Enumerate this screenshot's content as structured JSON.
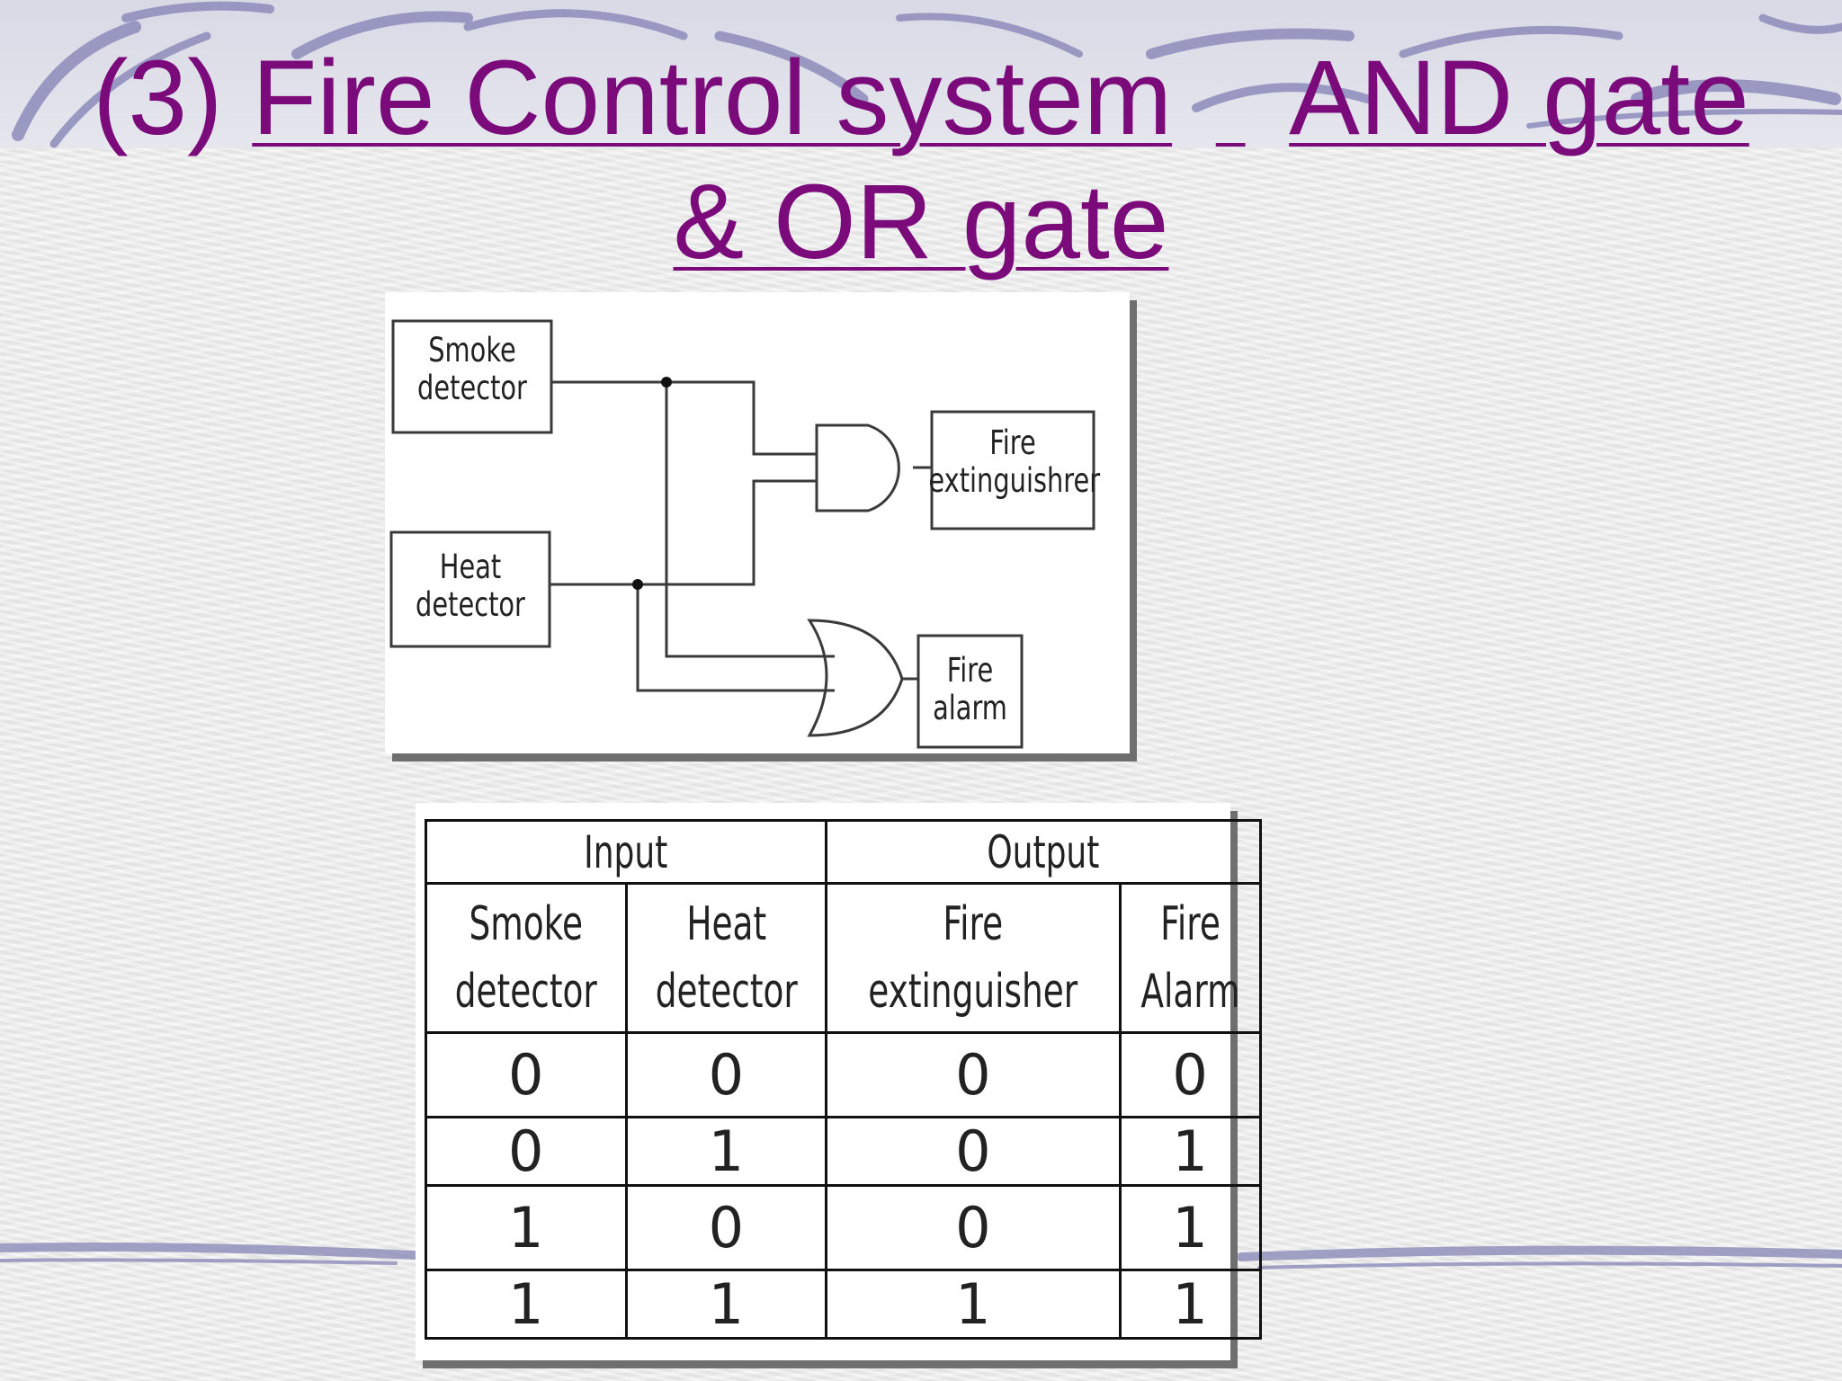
{
  "slide": {
    "title_prefix": "(3)",
    "title_part1": "Fire Control system",
    "title_part2": "AND gate",
    "title_line2": "& OR gate",
    "colors": {
      "title": "#7b0a7b",
      "decor": "#8a8ab8"
    }
  },
  "diagram": {
    "smoke_line1": "Smoke",
    "smoke_line2": "detector",
    "heat_line1": "Heat",
    "heat_line2": "detector",
    "extinguisher_line1": "Fire",
    "extinguisher_line2": "extinguishrer",
    "alarm_line1": "Fire",
    "alarm_line2": "alarm",
    "gates": [
      "AND",
      "OR"
    ]
  },
  "truth_table": {
    "group_input": "Input",
    "group_output": "Output",
    "columns": [
      {
        "line1": "Smoke",
        "line2": "detector"
      },
      {
        "line1": "Heat",
        "line2": "detector"
      },
      {
        "line1": "Fire",
        "line2": "extinguisher"
      },
      {
        "line1": "Fire",
        "line2": "Alarm"
      }
    ],
    "rows": [
      [
        "0",
        "0",
        "0",
        "0"
      ],
      [
        "0",
        "1",
        "0",
        "1"
      ],
      [
        "1",
        "0",
        "0",
        "1"
      ],
      [
        "1",
        "1",
        "1",
        "1"
      ]
    ]
  }
}
